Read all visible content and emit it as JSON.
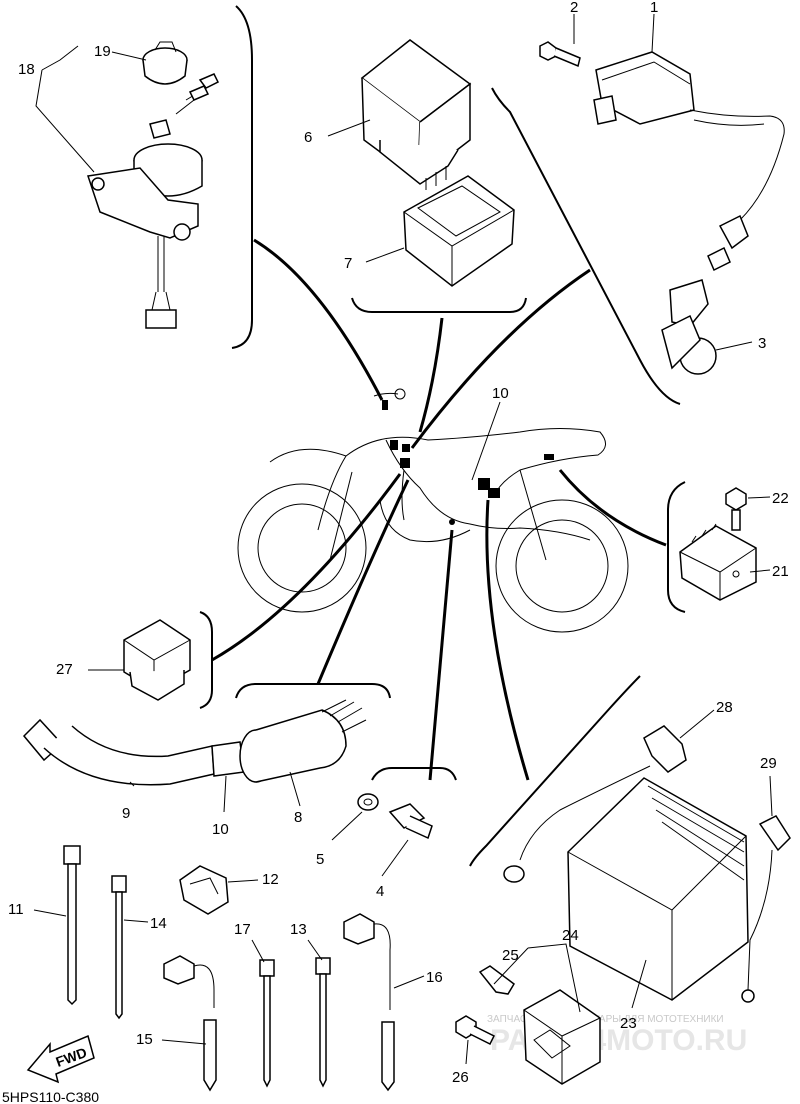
{
  "diagram": {
    "code": "5HPS110-C380",
    "watermark_text": "ЗАПЧАСТИ И АКСЕССУАРЫ ДЛЯ МОТОТЕХНИКИ",
    "watermark_logo": "PARTS4MOTO.RU",
    "fwd_label": "FWD",
    "callouts": [
      "1",
      "2",
      "3",
      "4",
      "5",
      "6",
      "7",
      "8",
      "9",
      "10",
      "10",
      "11",
      "12",
      "13",
      "14",
      "15",
      "16",
      "17",
      "18",
      "19",
      "21",
      "22",
      "23",
      "24",
      "25",
      "26",
      "27",
      "28",
      "29"
    ]
  }
}
